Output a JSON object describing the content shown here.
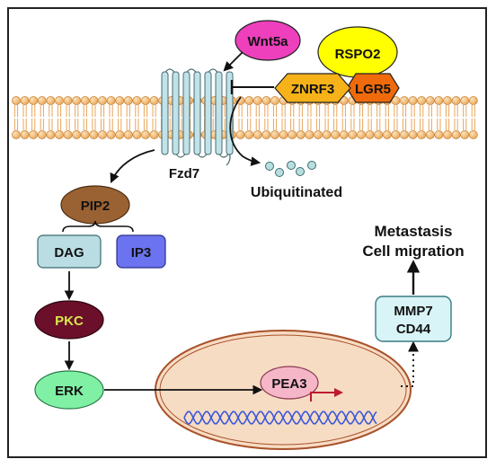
{
  "nodes": {
    "wnt5a": "Wnt5a",
    "rspo2": "RSPO2",
    "znrf3": "ZNRF3",
    "lgr5": "LGR5",
    "fzd7": "Fzd7",
    "ubiquitinated": "Ubiquitinated",
    "pip2": "PIP2",
    "dag": "DAG",
    "ip3": "IP3",
    "pkc": "PKC",
    "erk": "ERK",
    "pea3": "PEA3",
    "mmp7": "MMP7",
    "cd44": "CD44",
    "metastasis": "Metastasis",
    "cell_migration": "Cell migration"
  },
  "colors": {
    "wnt5a": "#ee3fbd",
    "rspo2": "#ffff00",
    "znrf3": "#f7b21a",
    "lgr5": "#ef6a0a",
    "receptor": "#bfe3e8",
    "pip2": "#9a6232",
    "dag": "#b9dde3",
    "ip3": "#6b73f0",
    "pkc": "#6b0f2a",
    "pkc_text": "#d8e84a",
    "erk": "#7ff0a4",
    "nucleus": "#f7dcc4",
    "nucleus_border": "#a8522a",
    "pea3": "#f5b6c8",
    "mmp7_box": "#d8f4f6",
    "membrane": "#e8a55a",
    "dna": "#3c5ad8",
    "transcription_arrow": "#c0182e"
  }
}
